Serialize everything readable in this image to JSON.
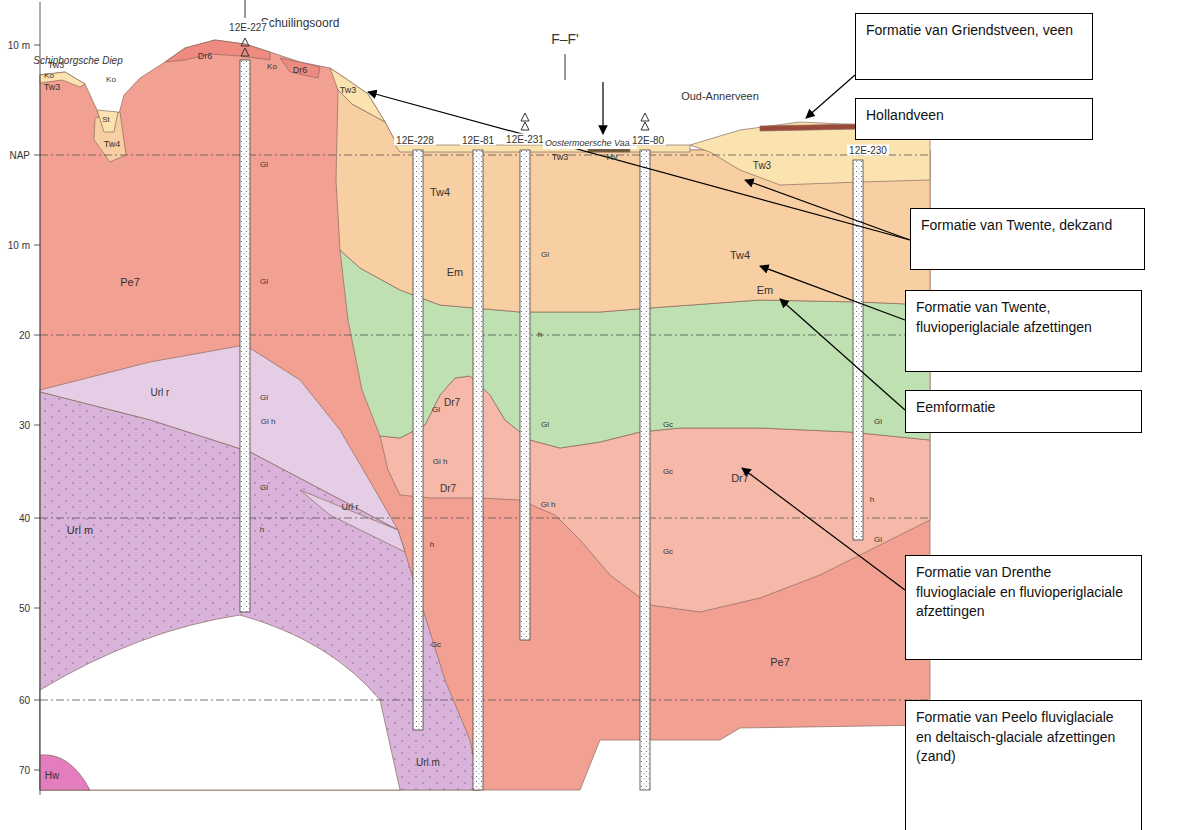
{
  "diagram": {
    "nodes": [
      {
        "text": [
          "Formatie van Griendstveen, veen"
        ]
      },
      {
        "text": [
          "Hollandveen"
        ]
      },
      {
        "text": [
          "Formatie van Twente, dekzand"
        ]
      },
      {
        "text": [
          "Formatie van Twente, fluvioperiglaciale afzettingen"
        ]
      },
      {
        "text": [
          "Eemformatie"
        ]
      },
      {
        "text": [
          "Formatie van Drenthe fluvioglaciale en fluvioperiglaciale afzettingen"
        ]
      },
      {
        "text": [
          "Formatie van Peelo fluviglaciale en deltaisch-glaciale afzettingen (zand)"
        ]
      }
    ],
    "edges": [],
    "labels": [
      "10 m",
      "NAP",
      "10 m",
      "20",
      "30",
      "40",
      "50",
      "60",
      "70",
      "Schipborgsche Diep",
      "Schuilingsoord",
      "12E-227",
      "F–F'",
      "12E-228",
      "12E-81",
      "12E-231",
      "Oostermoersche Vaart",
      "12E-80",
      "Oud-Annerveen",
      "12E-230",
      "Tw3",
      "Ko",
      "Tw3",
      "Ko",
      "St",
      "Tw4",
      "Dr6",
      "Ko",
      "Dr6",
      "Tw3",
      "Pe7",
      "Tw4",
      "Tw3",
      "Hv",
      "Tw3",
      "Tw4",
      "Em",
      "Em",
      "Dr7",
      "Dr7",
      "Dr7",
      "Url r",
      "Url m",
      "Url r",
      "Url m",
      "Hw",
      "Pe7",
      "Gl",
      "Gl",
      "Gl",
      "Gl h",
      "Gl",
      "h",
      "Gl",
      "Gl h",
      "h",
      "Gc",
      "Gl",
      "h",
      "Gl",
      "Gl h",
      "Gc",
      "Gc",
      "Gc",
      "Gl",
      "h",
      "Gl"
    ]
  }
}
